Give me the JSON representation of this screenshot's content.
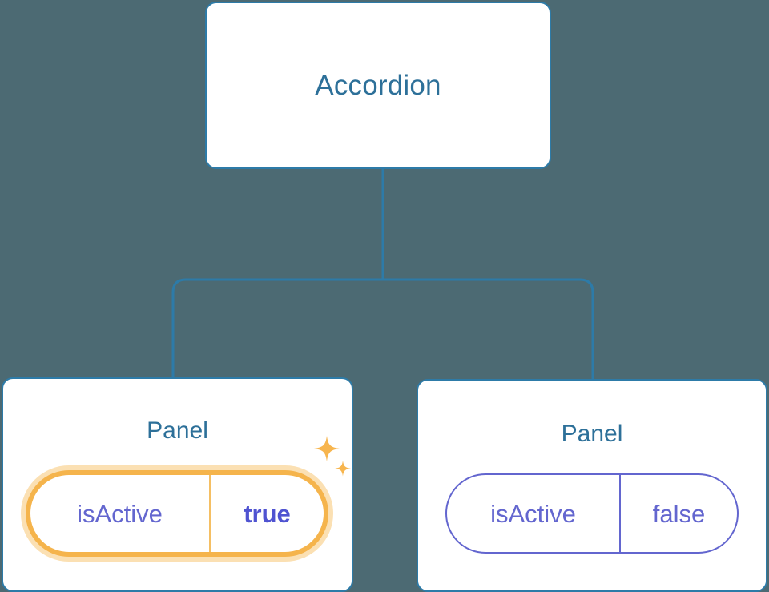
{
  "diagram": {
    "background_color": "#4c6a73",
    "node_border_color": "#2d7ba8",
    "title_color": "#2d7099",
    "highlight_color": "#f5b44c",
    "highlight_glow_color": "#fbe0b3",
    "prop_color": "#6366cf",
    "root": {
      "label": "Accordion"
    },
    "children": [
      {
        "label": "Panel",
        "highlighted": true,
        "prop": {
          "key": "isActive",
          "value": "true"
        },
        "icon": "sparkle-icon"
      },
      {
        "label": "Panel",
        "highlighted": false,
        "prop": {
          "key": "isActive",
          "value": "false"
        }
      }
    ]
  }
}
